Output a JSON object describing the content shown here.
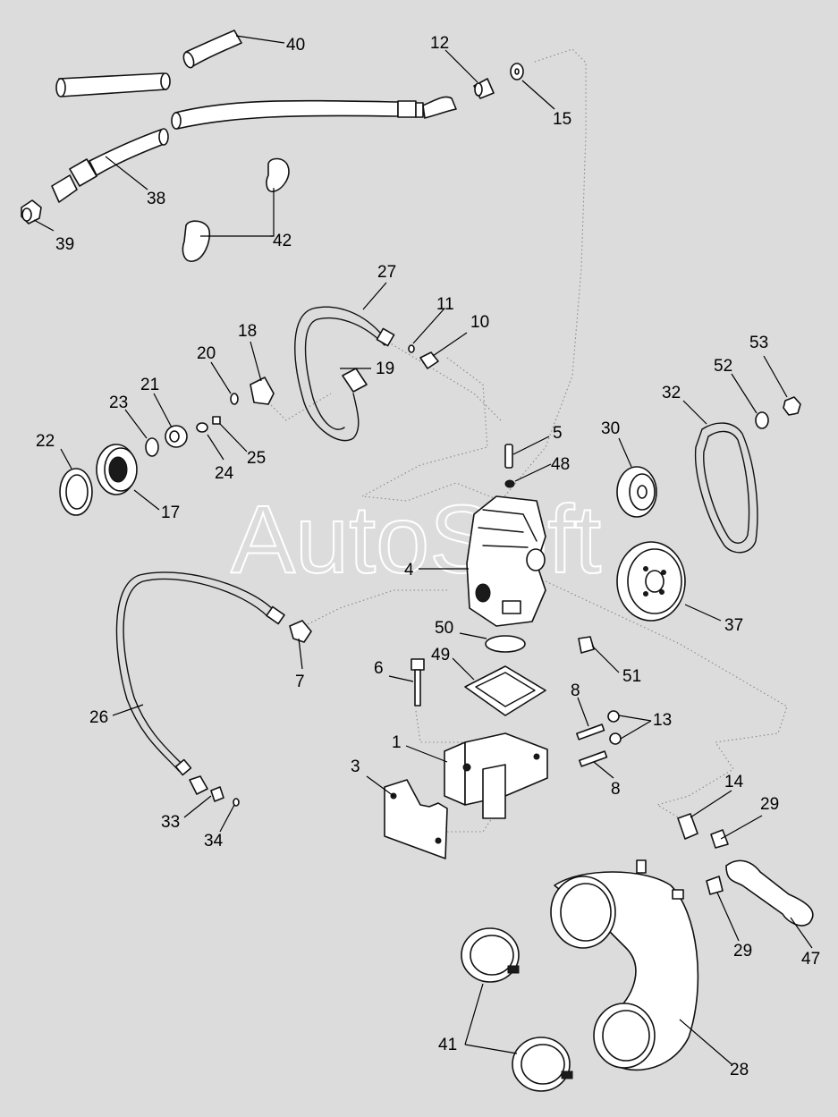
{
  "watermark": "AutoSoft",
  "callouts": {
    "c1": "1",
    "c3": "3",
    "c4": "4",
    "c5": "5",
    "c6": "6",
    "c7": "7",
    "c8a": "8",
    "c8b": "8",
    "c10": "10",
    "c11": "11",
    "c12": "12",
    "c13": "13",
    "c14": "14",
    "c15": "15",
    "c17": "17",
    "c18": "18",
    "c19": "19",
    "c20": "20",
    "c21": "21",
    "c22": "22",
    "c23": "23",
    "c24": "24",
    "c25": "25",
    "c26": "26",
    "c27": "27",
    "c28": "28",
    "c29a": "29",
    "c29b": "29",
    "c30": "30",
    "c32": "32",
    "c33": "33",
    "c34": "34",
    "c37": "37",
    "c38": "38",
    "c39": "39",
    "c40": "40",
    "c41": "41",
    "c42": "42",
    "c47": "47",
    "c48": "48",
    "c49": "49",
    "c50": "50",
    "c51": "51",
    "c52": "52",
    "c53": "53"
  },
  "colors": {
    "background": "#dcdcdc",
    "line": "#111111",
    "part_fill": "#ffffff",
    "assembly_dots": "#888888"
  }
}
